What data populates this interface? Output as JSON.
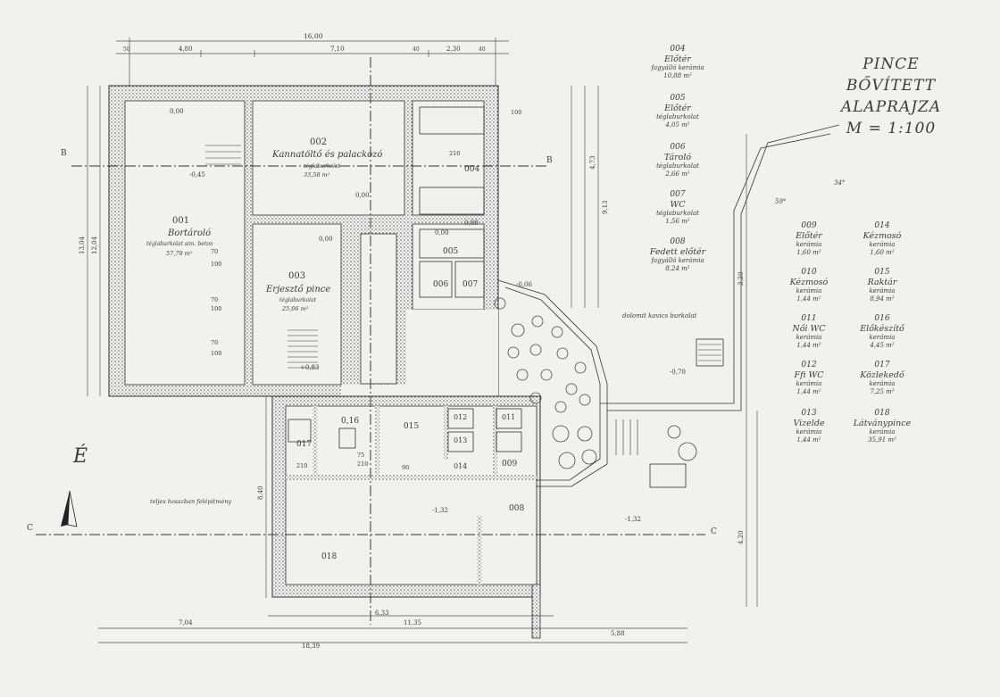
{
  "title": {
    "line1": "PINCE",
    "line2": "BŐVÍTETT",
    "line3": "ALAPRAJZA",
    "scale": "M = 1:100"
  },
  "north_mark": "É",
  "section_marks": {
    "b_left": "B",
    "b_right": "B",
    "c_left": "C",
    "c_right": "C"
  },
  "legend": [
    {
      "no": "004",
      "name": "Előtér",
      "material": "fagyálló kerámia",
      "area": "10,88 m²"
    },
    {
      "no": "005",
      "name": "Előtér",
      "material": "téglaburkolat",
      "area": "4,05 m²"
    },
    {
      "no": "006",
      "name": "Tároló",
      "material": "téglaburkolat",
      "area": "2,66 m²"
    },
    {
      "no": "007",
      "name": "WC",
      "material": "téglaburkolat",
      "area": "1,56 m²"
    },
    {
      "no": "008",
      "name": "Fedett előtér",
      "material": "fagyálló kerámia",
      "area": "8,24 m²"
    },
    {
      "no": "009",
      "name": "Előtér",
      "material": "kerámia",
      "area": "1,60 m²"
    },
    {
      "no": "010",
      "name": "Kézmosó",
      "material": "kerámia",
      "area": "1,44 m²"
    },
    {
      "no": "011",
      "name": "Női WC",
      "material": "kerámia",
      "area": "1,44 m²"
    },
    {
      "no": "012",
      "name": "Ffi WC",
      "material": "kerámia",
      "area": "1,44 m²"
    },
    {
      "no": "013",
      "name": "Vizelde",
      "material": "kerámia",
      "area": "1,44 m²"
    },
    {
      "no": "014",
      "name": "Kézmosó",
      "material": "kerámia",
      "area": "1,60 m²"
    },
    {
      "no": "015",
      "name": "Raktár",
      "material": "kerámia",
      "area": "8,94 m²"
    },
    {
      "no": "016",
      "name": "Előkészítő",
      "material": "kerámia",
      "area": "4,45 m²"
    },
    {
      "no": "017",
      "name": "Közlekedő",
      "material": "kerámia",
      "area": "7,25 m²"
    },
    {
      "no": "018",
      "name": "Látványpince",
      "material": "kerámia",
      "area": "35,91 m²"
    }
  ],
  "rooms": {
    "r001": {
      "no": "001",
      "name": "Bortároló",
      "material": "téglaburkolat sim. beton",
      "area": "57,79 m²"
    },
    "r002": {
      "no": "002",
      "name": "Kannatöltő és palackozó",
      "material": "téglaburkolat",
      "area": "33,58 m²"
    },
    "r003": {
      "no": "003",
      "name": "Erjesztő pince",
      "material": "téglaburkolat",
      "area": "25,06 m²"
    },
    "r004": "004",
    "r005": "005",
    "r006": "006",
    "r007": "007",
    "r008": "008",
    "r009": "009",
    "r010": "0,16",
    "r011": "011",
    "r012": "012",
    "r013": "013",
    "r014": "014",
    "r015": "015",
    "r017": "017",
    "r018": "018"
  },
  "notes": {
    "gravel": "dolomit kavics burkolat",
    "footnote": "teljes hosszban felépítmény"
  },
  "dims_top": {
    "total": "16,00",
    "a": "4,80",
    "b": "7,10",
    "c": "2,30",
    "d1": "50",
    "d2": "40",
    "d3": "40"
  },
  "dims_bottom": {
    "a": "7,04",
    "b": "11,35",
    "c": "5,88",
    "total": "18,39",
    "d": "6,33"
  },
  "dims_left": {
    "a": "13,04",
    "b": "12,04",
    "c": "8,40"
  },
  "dims_right": {
    "a": "9,13",
    "b": "4,73",
    "c": "4,20",
    "d": "3,20"
  },
  "levels": [
    "0,00",
    "0,00",
    "-0,45",
    "0,00",
    "0,00",
    "0,00",
    "-0,06",
    "-0,70",
    "-1,32",
    "-1,32",
    "+0,83"
  ],
  "door_labels": [
    "100",
    "210",
    "70",
    "100",
    "70",
    "100",
    "70",
    "100",
    "90",
    "210",
    "75",
    "210"
  ]
}
